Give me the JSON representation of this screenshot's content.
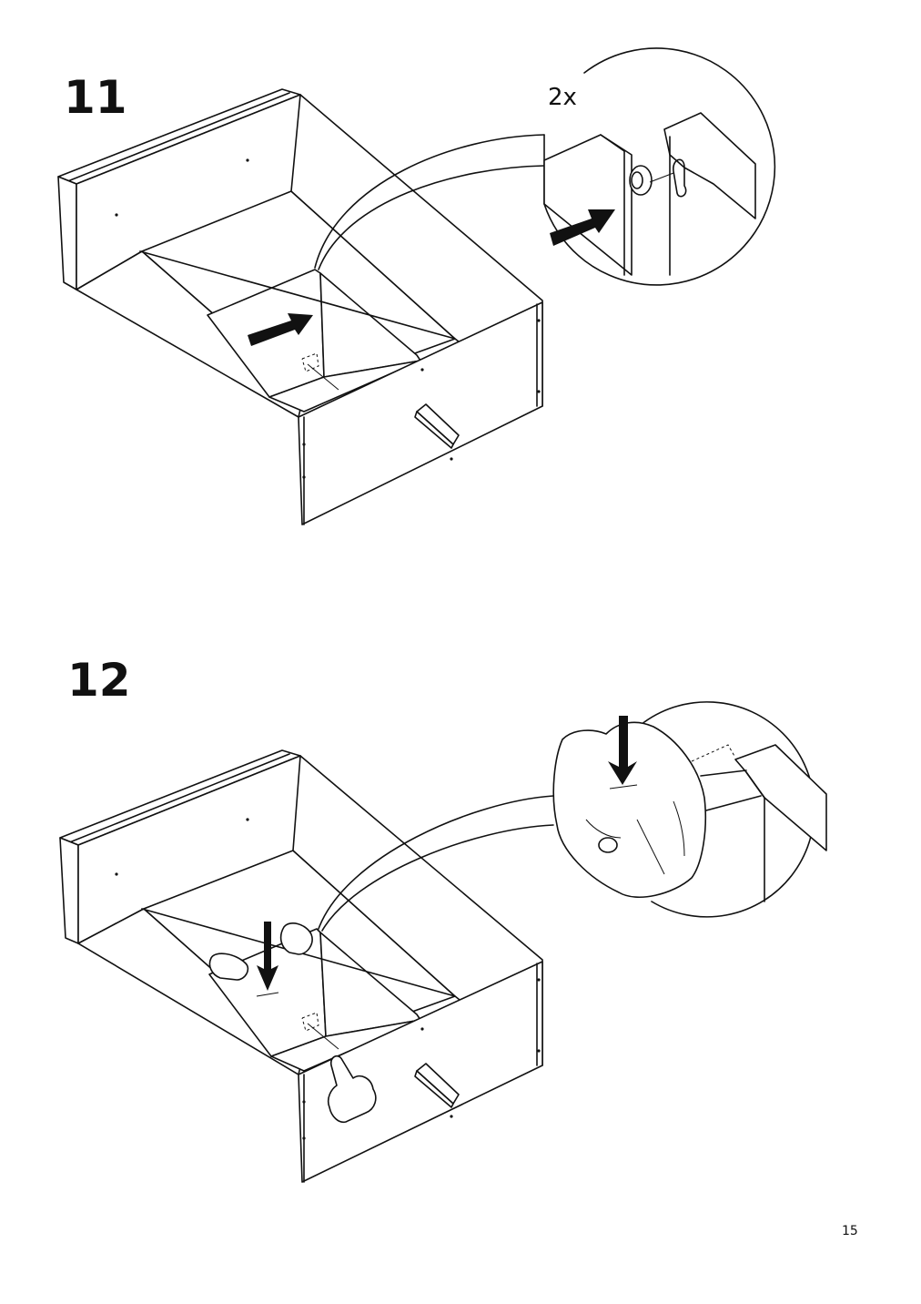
{
  "steps": [
    {
      "number": "11",
      "quantity": "2x"
    },
    {
      "number": "12"
    }
  ],
  "page_number": "15"
}
